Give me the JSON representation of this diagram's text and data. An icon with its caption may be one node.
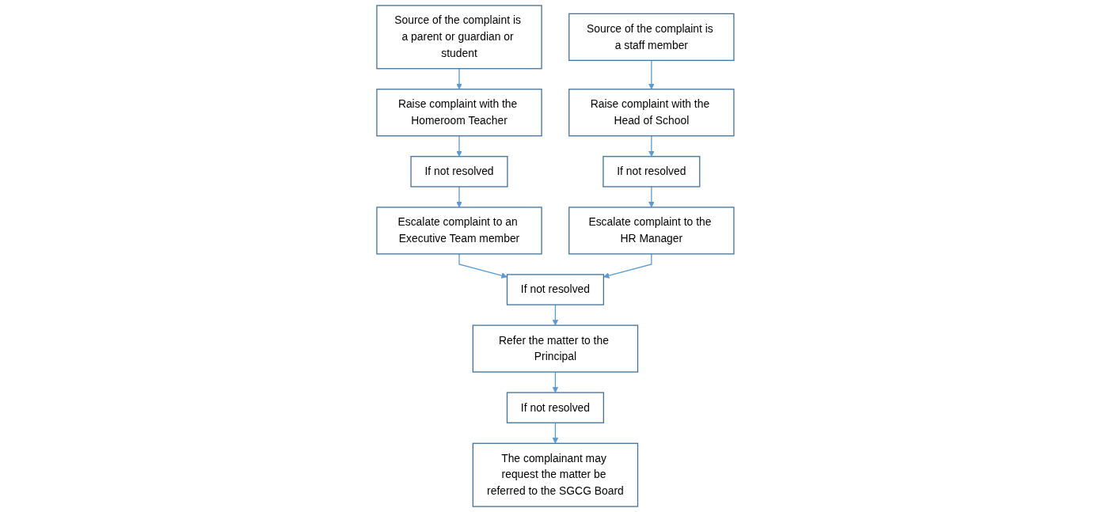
{
  "diagram": {
    "nodes": [
      {
        "text": [
          "Source of the complaint is a parent or guardian or student"
        ]
      },
      {
        "text": [
          "Raise complaint with the Homeroom Teacher"
        ]
      },
      {
        "text": [
          "If not resolved"
        ]
      },
      {
        "text": [
          "Escalate complaint to an Executive Team member"
        ]
      },
      {
        "text": [
          "Source of the complaint is a staff member"
        ]
      },
      {
        "text": [
          "Raise complaint with the Head of School"
        ]
      },
      {
        "text": [
          "If not resolved"
        ]
      },
      {
        "text": [
          "Escalate complaint to the HR Manager"
        ]
      },
      {
        "text": [
          "If not resolved"
        ]
      },
      {
        "text": [
          "Refer the matter to the Principal"
        ]
      },
      {
        "text": [
          "If not resolved"
        ]
      },
      {
        "text": [
          "The complainant may request the matter be referred to the SGCG Board"
        ]
      }
    ],
    "edges": [
      {
        "from": 0,
        "to": 1,
        "arrow": "to"
      },
      {
        "from": 1,
        "to": 2,
        "arrow": "to"
      },
      {
        "from": 2,
        "to": 3,
        "arrow": "to"
      },
      {
        "from": 4,
        "to": 5,
        "arrow": "to"
      },
      {
        "from": 5,
        "to": 6,
        "arrow": "to"
      },
      {
        "from": 6,
        "to": 7,
        "arrow": "to"
      },
      {
        "from": 3,
        "to": 8,
        "arrow": "to"
      },
      {
        "from": 7,
        "to": 8,
        "arrow": "to"
      },
      {
        "from": 8,
        "to": 9,
        "arrow": "to"
      },
      {
        "from": 9,
        "to": 10,
        "arrow": "to"
      },
      {
        "from": 10,
        "to": 11,
        "arrow": "to"
      }
    ]
  }
}
